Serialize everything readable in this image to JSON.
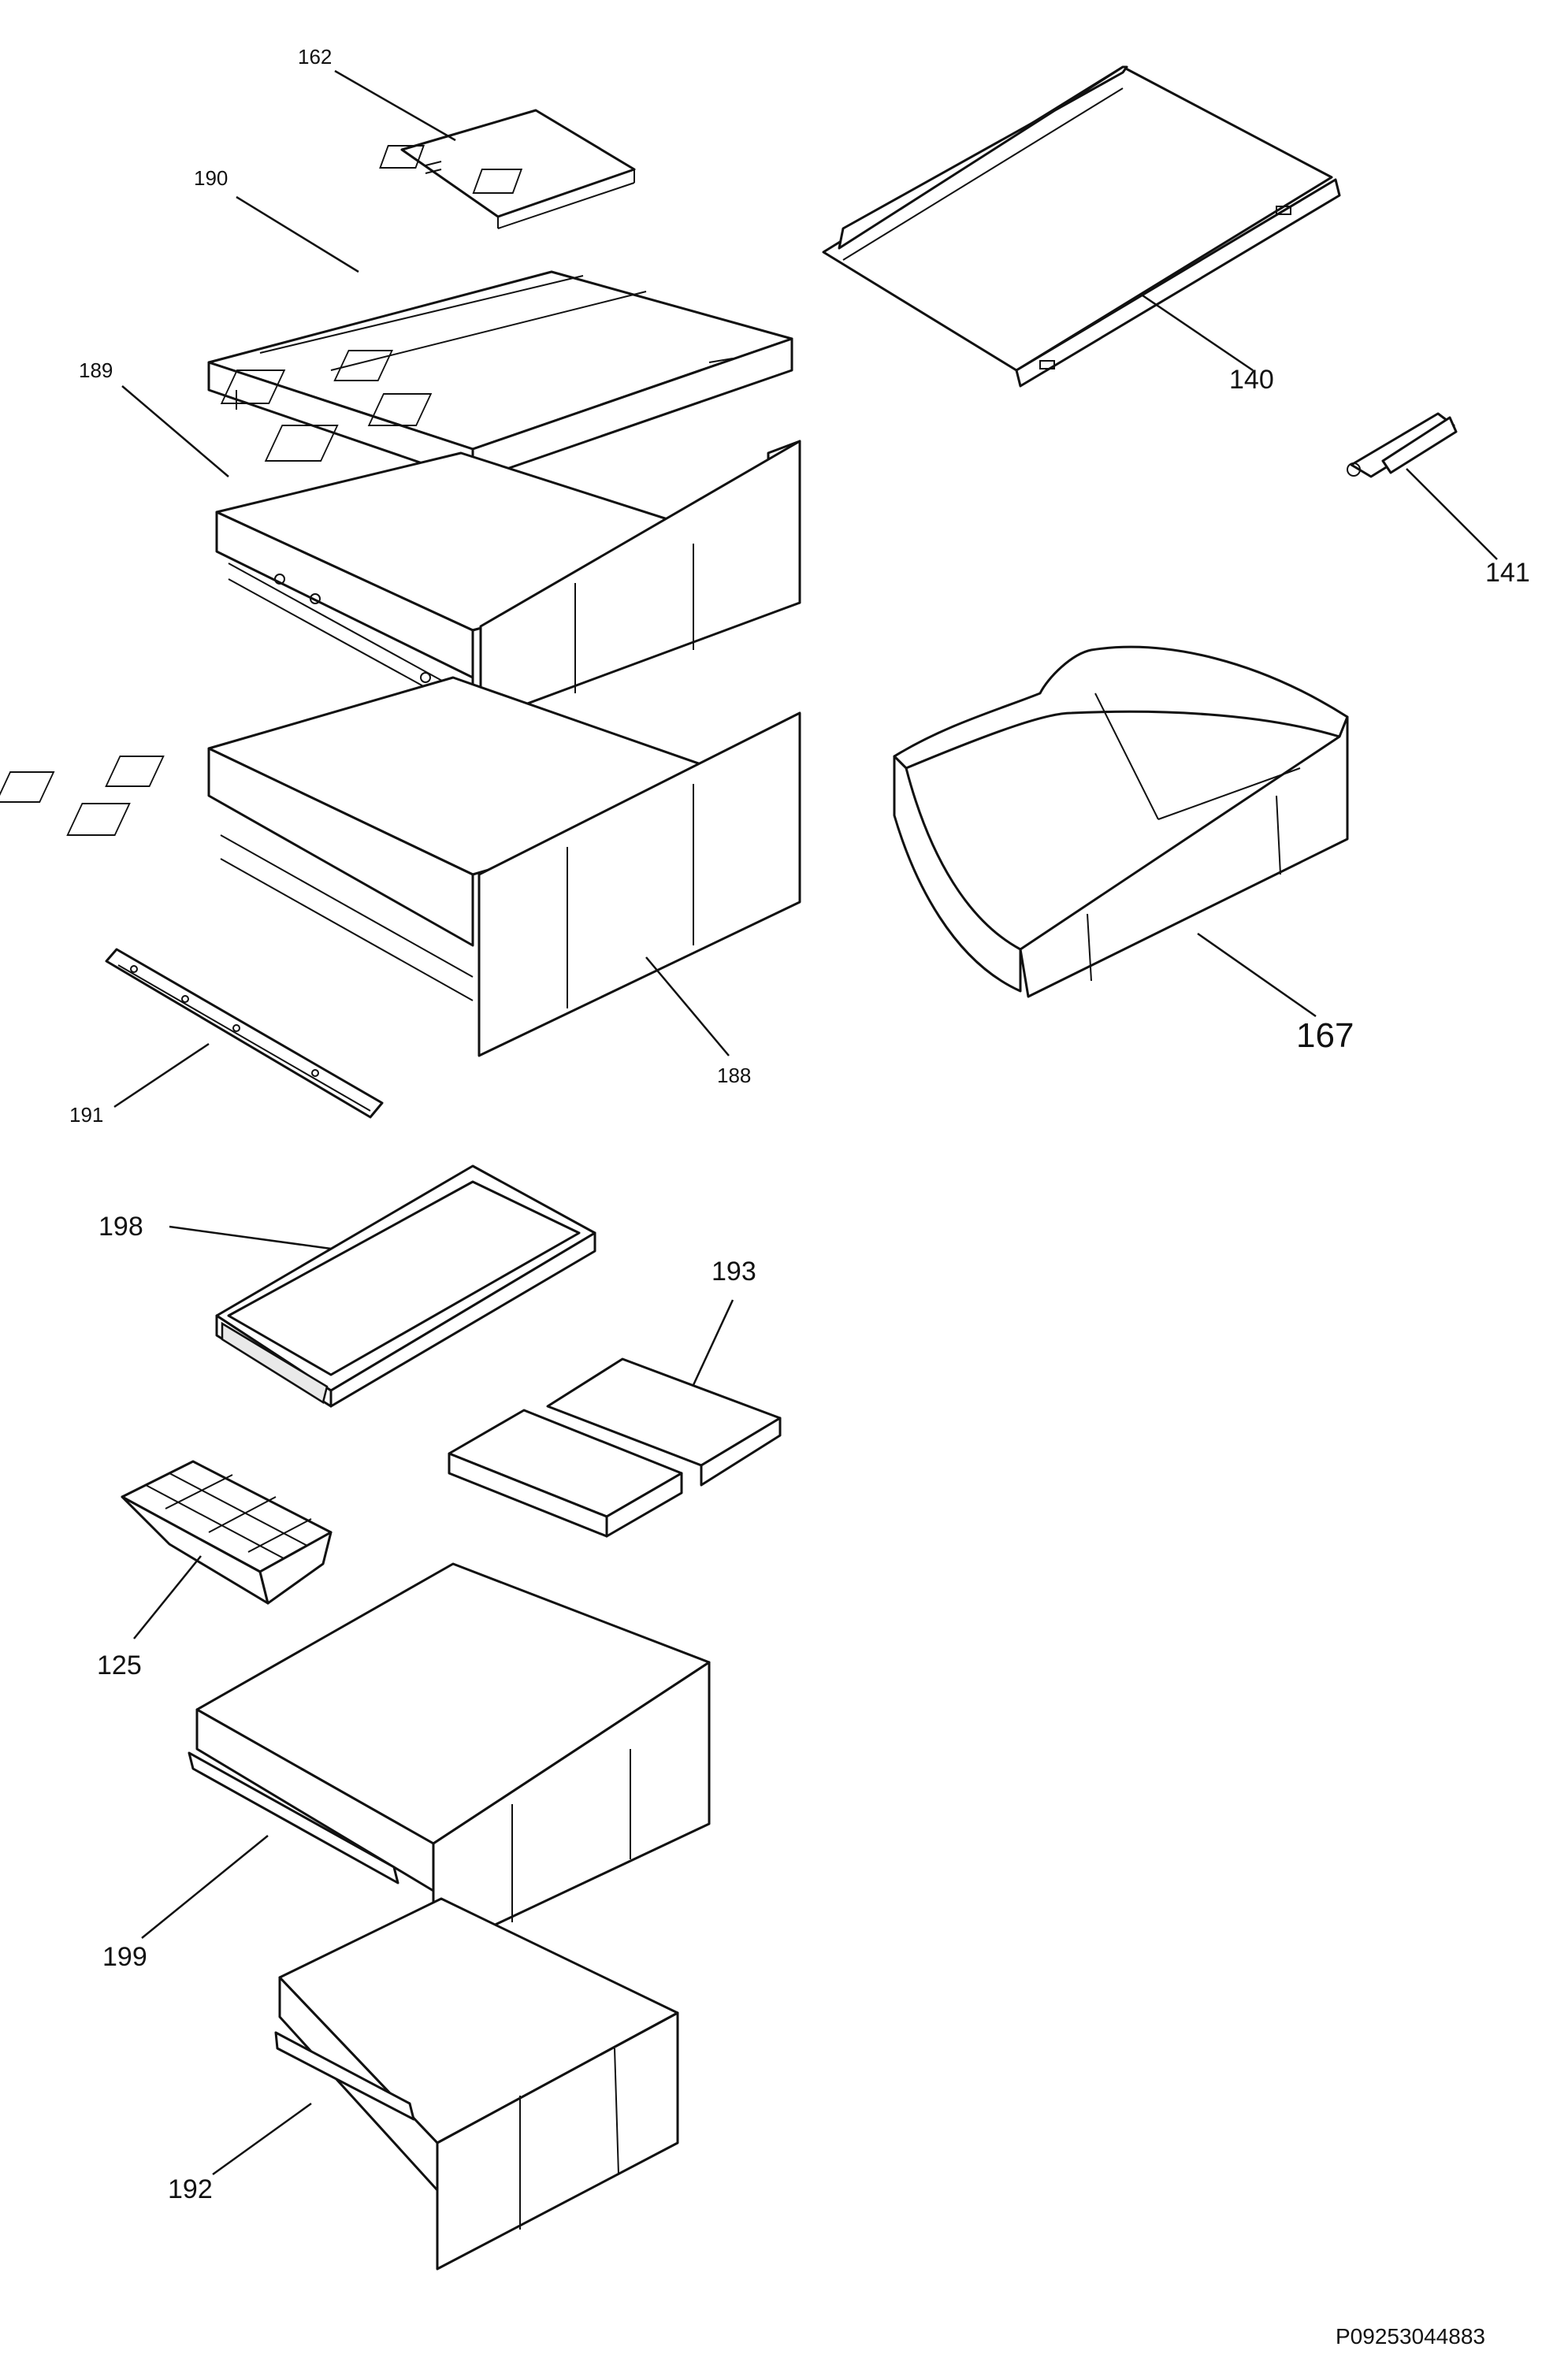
{
  "callouts": {
    "c162": "162",
    "c190": "190",
    "c189": "189",
    "c188": "188",
    "c191": "191",
    "c140": "140",
    "c141": "141",
    "c167": "167",
    "c198": "198",
    "c193": "193",
    "c125": "125",
    "c199": "199",
    "c192": "192"
  },
  "document_id": "P09253044883"
}
